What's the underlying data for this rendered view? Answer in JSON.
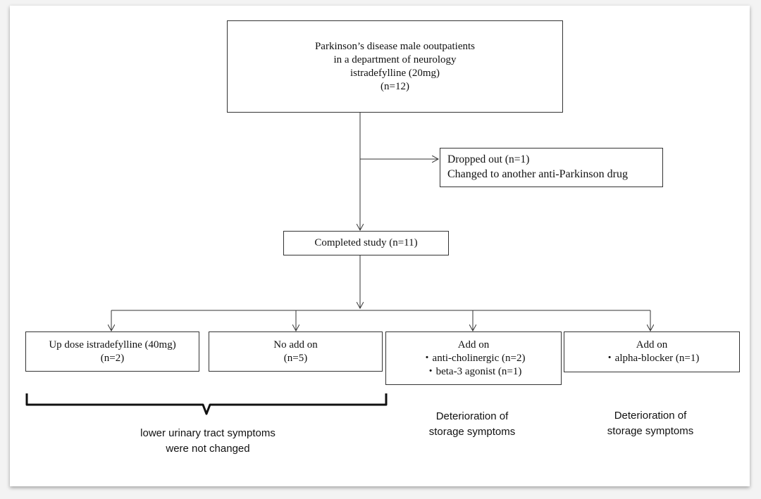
{
  "boxes": {
    "enrollment": {
      "lines": [
        "Parkinson’s disease male ooutpatients",
        "in a department of neurology",
        "istradefylline (20mg)",
        "(n=12)"
      ]
    },
    "dropped": {
      "lines": [
        "Dropped out (n=1)",
        "Changed to another anti-Parkinson drug"
      ]
    },
    "completed": {
      "lines": [
        "Completed study (n=11)"
      ]
    },
    "updose": {
      "lines": [
        "Up dose istradefylline (40mg)",
        "(n=2)"
      ]
    },
    "noaddon": {
      "lines": [
        "No add on",
        "(n=5)"
      ]
    },
    "addon_anticholinergic": {
      "lines": [
        "Add on",
        "・anti-cholinergic (n=2)",
        "・beta-3 agonist (n=1)"
      ]
    },
    "addon_alpha": {
      "lines": [
        "Add on",
        "・alpha-blocker (n=1)"
      ]
    }
  },
  "notes": {
    "luts": [
      "lower urinary tract symptoms",
      "were not changed"
    ],
    "deterioration_1": [
      "Deterioration of",
      "storage symptoms"
    ],
    "deterioration_2": [
      "Deterioration of",
      "storage symptoms"
    ]
  }
}
